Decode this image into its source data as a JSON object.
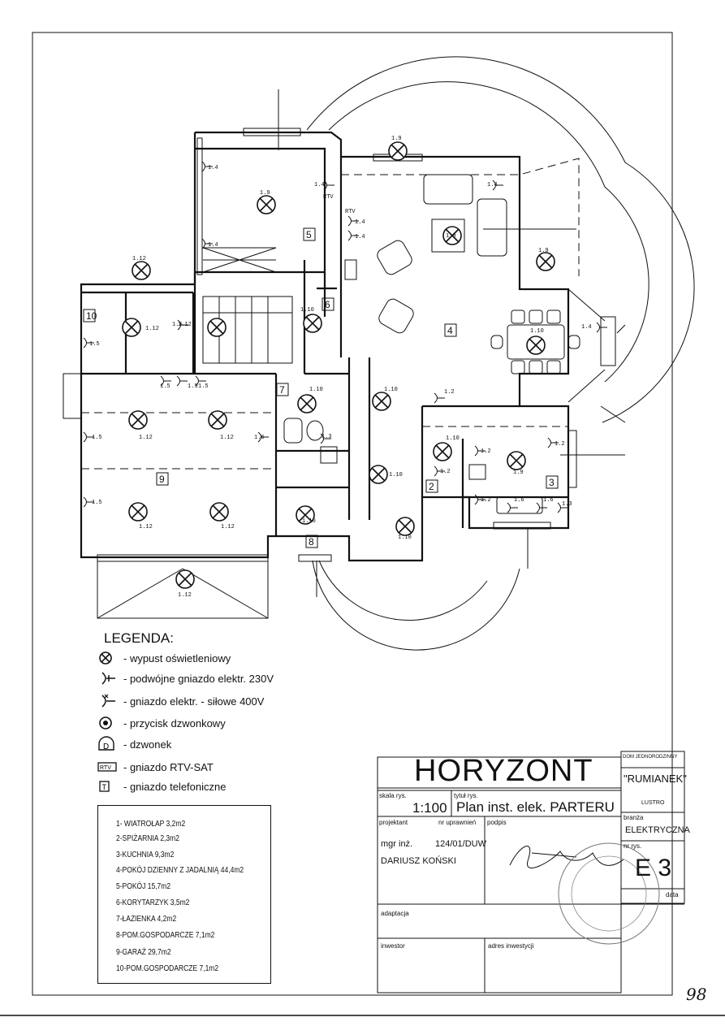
{
  "plan": {
    "lamp_labels": [
      "1.9",
      "1.9",
      "1.9",
      "1.9",
      "1.12",
      "1.12",
      "1.12",
      "1.12",
      "1.12",
      "1.12",
      "1.12",
      "1.12",
      "1.10",
      "1.10",
      "1.10",
      "1.10",
      "1.10",
      "1.10",
      "1.10",
      "1.9",
      "1.10"
    ],
    "socket_labels": [
      "1.4",
      "1.4",
      "1.4",
      "1.4",
      "1.4",
      "1.4",
      "1.4",
      "1.5",
      "1.5",
      "1.5",
      "1.5",
      "1.5",
      "1.6",
      "1.5",
      "1.5",
      "1.2",
      "1.2",
      "1.2",
      "1.2",
      "1.2",
      "1.3",
      "1.6",
      "1.6",
      "1.3"
    ],
    "room_numbers": [
      "5",
      "10",
      "6",
      "4",
      "7",
      "9",
      "3",
      "2",
      "8"
    ],
    "rtv_label": "RTV"
  },
  "legend": {
    "title": "LEGENDA:",
    "items": [
      {
        "icon": "light-outlet-icon",
        "text": "- wypust oświetleniowy"
      },
      {
        "icon": "double-socket-icon",
        "text": "- podwójne gniazdo elektr. 230V"
      },
      {
        "icon": "power-socket-icon",
        "text": "- gniazdo elektr. - siłowe 400V"
      },
      {
        "icon": "doorbell-button-icon",
        "text": "- przycisk dzwonkowy"
      },
      {
        "icon": "bell-icon",
        "text": "- dzwonek"
      },
      {
        "icon": "rtv-sat-icon",
        "text": "- gniazdo RTV-SAT"
      },
      {
        "icon": "phone-socket-icon",
        "text": "- gniazdo telefoniczne"
      }
    ],
    "bell_letter": "D",
    "rtv_letter": "RTV",
    "phone_letter": "T"
  },
  "rooms": [
    "1- WIATROŁAP     3,2m2",
    "2-SPIŻARNIA 2,3m2",
    "3-KUCHNIA    9,3m2",
    "4-POKÓJ DZIENNY Z JADALNIĄ 44,4m2",
    "5-POKÓJ 15,7m2",
    "6-KORYTARZYK 3,5m2",
    "7-ŁAZIENKA 4,2m2",
    "8-POM.GOSPODARCZE   7,1m2",
    "9-GARAŻ 29,7m2",
    "10-POM.GOSPODARCZE   7,1m2"
  ],
  "titleblock": {
    "company": "HORYZONT",
    "scale_label": "skala rys.",
    "scale": "1:100",
    "title_label": "tytuł rys.",
    "title": "Plan  inst. elek. PARTERU",
    "projektant_label": "projektant",
    "permit_label": "nr uprawnień",
    "signature_label": "podpis",
    "designer_title": "mgr inż.",
    "permit_no": "124/01/DUW",
    "designer_name": "DARIUSZ KOŃSKI",
    "adaptacja_label": "adaptacja",
    "inwestor_label": "inwestor",
    "address_label": "adres inwestycji",
    "project_type": "DOM JEDNORODZINNY",
    "project_name": "\"RUMIANEK\"",
    "mirror": "LUSTRO",
    "branza_label": "branża",
    "branza": "ELEKTRYCZNA",
    "drawing_no_label": "nr rys.",
    "drawing_no": "E 3",
    "date_label": "data"
  },
  "page_number": "98"
}
